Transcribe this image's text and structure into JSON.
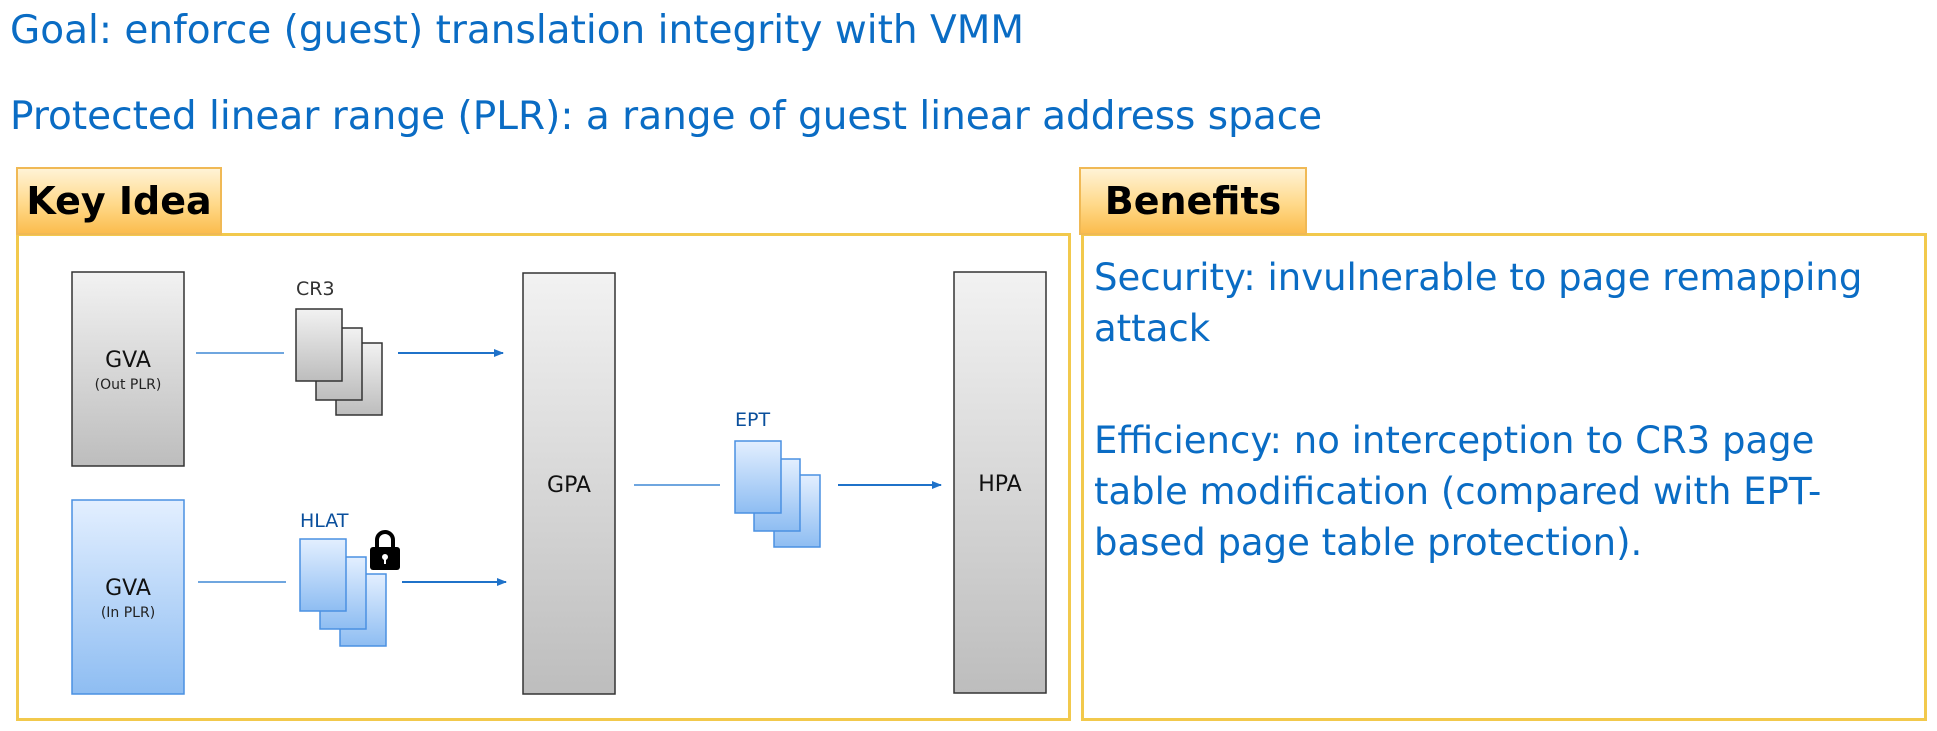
{
  "goal_line": "Goal: enforce (guest) translation integrity with VMM",
  "plr_line": "Protected linear range (PLR): a range of guest linear address space",
  "key_idea": {
    "title": "Key Idea",
    "gva_out": {
      "label": "GVA",
      "sublabel": "(Out PLR)"
    },
    "gva_in": {
      "label": "GVA",
      "sublabel": "(In PLR)"
    },
    "cr3_label": "CR3",
    "hlat_label": "HLAT",
    "gpa_label": "GPA",
    "ept_label": "EPT",
    "hpa_label": "HPA"
  },
  "benefits": {
    "title": "Benefits",
    "security": "Security: invulnerable to page remapping attack",
    "efficiency": "Efficiency: no interception to CR3 page table modification (compared with EPT-based page table protection)."
  },
  "colors": {
    "accent_blue": "#0a6cc4",
    "panel_border": "#f2c94c",
    "gray_box": "#c8c8c8",
    "blue_box": "#9ec8f5"
  },
  "icons": {
    "lock": "lock-icon"
  }
}
